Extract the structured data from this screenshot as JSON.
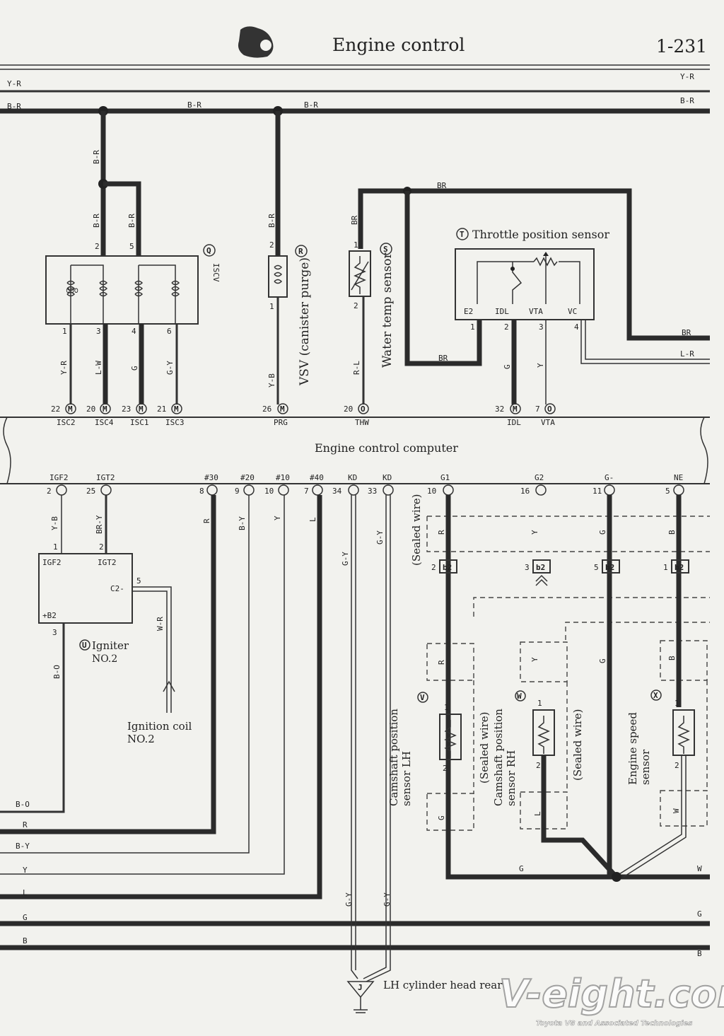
{
  "header": {
    "title": "Engine control",
    "page_number": "1-231"
  },
  "computer_label": "Engine control computer",
  "buses_top": [
    "Y-R",
    "B-R",
    "B-R",
    "B-R"
  ],
  "bus_right_labels": [
    "Y-R",
    "B-R"
  ],
  "components": {
    "isc": {
      "id": "Q",
      "name": "ISCV",
      "pins": [
        "1",
        "3",
        "4",
        "6",
        "2",
        "5"
      ]
    },
    "vsv": {
      "id": "R",
      "name": "VSV (canister purge)",
      "pins": [
        "2",
        "1"
      ]
    },
    "wts": {
      "id": "S",
      "name": "Water temp sensor",
      "pins": [
        "1",
        "2"
      ]
    },
    "tps": {
      "id": "T",
      "name": "Throttle position sensor",
      "pins": [
        "E2",
        "IDL",
        "VTA",
        "VC"
      ],
      "pin_numbers": [
        "1",
        "2",
        "3",
        "4"
      ]
    },
    "igniter": {
      "id": "U",
      "name": "Igniter",
      "sub": "NO.2",
      "pins": [
        "IGF2",
        "IGT2",
        "C2-",
        "+B2"
      ],
      "pin_numbers": [
        "1",
        "2",
        "5",
        "3"
      ]
    },
    "coil": {
      "name": "Ignition coil NO.2"
    },
    "cam_lh": {
      "id": "V",
      "name": "Camshaft position sensor LH",
      "pins": [
        "1",
        "2"
      ]
    },
    "cam_rh": {
      "id": "W",
      "name": "Camshaft position sensor RH",
      "pins": [
        "1",
        "2"
      ]
    },
    "engine_speed": {
      "id": "X",
      "name": "Engine speed sensor",
      "pins": [
        "1",
        "2"
      ]
    }
  },
  "wire_colors": {
    "isc": [
      "Y-R",
      "L-W",
      "G",
      "G-Y",
      "B-R",
      "B-R",
      "B-R"
    ],
    "vsv": [
      "B-R",
      "Y-B"
    ],
    "wts": [
      "BR",
      "R-L"
    ],
    "tps": [
      "BR",
      "BR",
      "G",
      "Y",
      "BR",
      "L-R"
    ],
    "igniter": [
      "Y-B",
      "BR-Y",
      "W-R",
      "B-O"
    ],
    "bottom": [
      "R",
      "B-Y",
      "Y",
      "L",
      "G-Y",
      "G-Y"
    ],
    "sensors": [
      "R",
      "Y",
      "G",
      "B",
      "R",
      "Y",
      "G",
      "B",
      "G",
      "L",
      "G",
      "W",
      "G",
      "W"
    ]
  },
  "sealed_wire": "(Sealed wire)",
  "connector_b2": [
    "b2",
    "b2",
    "b2",
    "b2"
  ],
  "connector_b2_pins": [
    "2",
    "3",
    "5",
    "1"
  ],
  "ecu_top_pins": [
    {
      "num": "22",
      "name": "ISC2"
    },
    {
      "num": "20",
      "name": "ISC4"
    },
    {
      "num": "23",
      "name": "ISC1"
    },
    {
      "num": "21",
      "name": "ISC3"
    },
    {
      "num": "26",
      "name": "PRG"
    },
    {
      "num": "20",
      "name": "THW"
    },
    {
      "num": "32",
      "name": "IDL"
    },
    {
      "num": "7",
      "name": "VTA"
    }
  ],
  "ecu_bottom_pins": [
    {
      "num": "2",
      "name": "IGF2"
    },
    {
      "num": "25",
      "name": "IGT2"
    },
    {
      "num": "8",
      "name": "#30"
    },
    {
      "num": "9",
      "name": "#20"
    },
    {
      "num": "10",
      "name": "#10"
    },
    {
      "num": "7",
      "name": "#40"
    },
    {
      "num": "34",
      "name": "KD"
    },
    {
      "num": "33",
      "name": "KD"
    },
    {
      "num": "10",
      "name": "G1"
    },
    {
      "num": "16",
      "name": "G2"
    },
    {
      "num": "11",
      "name": "G-"
    },
    {
      "num": "5",
      "name": "NE"
    }
  ],
  "ground": {
    "id": "J",
    "label": "LH cylinder head rear"
  },
  "watermark": {
    "logo": "V-eight.com",
    "tagline": "Toyota V8 and Associated Technologies"
  },
  "left_bus_labels": [
    "B-O",
    "R",
    "B-Y",
    "Y",
    "L",
    "G",
    "B"
  ]
}
